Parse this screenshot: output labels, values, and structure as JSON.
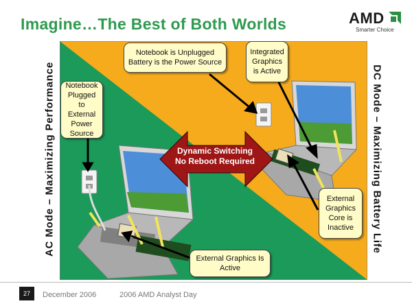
{
  "slide": {
    "title": "Imagine…The Best of Both Worlds",
    "page_number": "27",
    "footer_date": "December 2006",
    "footer_event": "2006 AMD Analyst Day"
  },
  "logo": {
    "brand": "AMD",
    "tagline": "Smarter Choice"
  },
  "side_labels": {
    "left": "AC Mode – Maximizing Performance",
    "right": "DC Mode – Maximizing Battery Life"
  },
  "callouts": {
    "unplugged": "Notebook is Unplugged Battery is the Power Source",
    "integrated": "Integrated Graphics is Active",
    "plugged": "Notebook Plugged to External Power Source",
    "external_inactive": "External Graphics Core is Inactive",
    "external_active": "External Graphics Is Active"
  },
  "switch_arrow": {
    "line1": "Dynamic Switching",
    "line2": "No Reboot Required"
  },
  "colors": {
    "title_green": "#2e9a4e",
    "ac_green": "#1b9a5a",
    "dc_orange": "#f6ab1c",
    "arrow_red": "#9e1616",
    "callout_fill": "#fffcc8"
  }
}
